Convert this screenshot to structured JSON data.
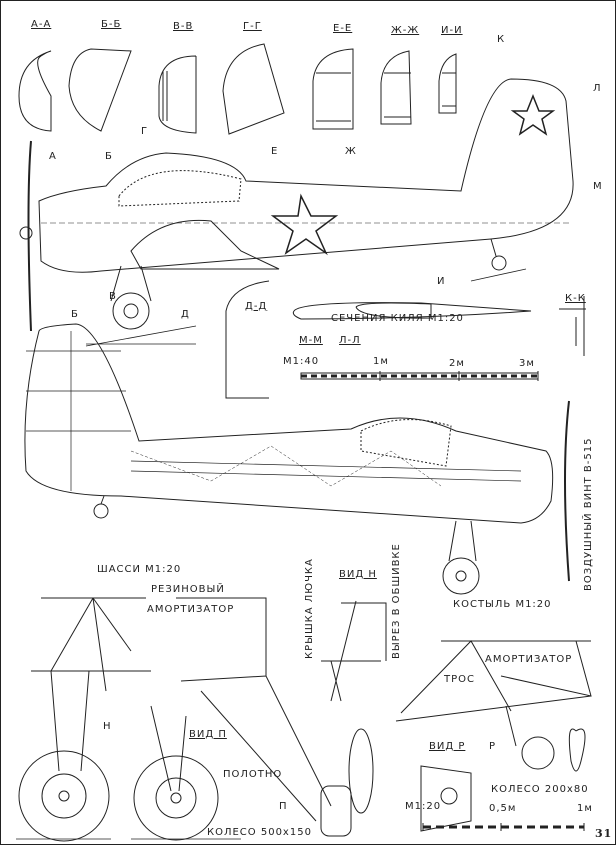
{
  "sections": [
    "А-А",
    "Б-Б",
    "В-В",
    "Г-Г",
    "Е-Е",
    "Ж-Ж",
    "И-И",
    "Д-Д",
    "К-К",
    "М-М",
    "Л-Л"
  ],
  "section_marks": {
    "a": "А",
    "b": "Б",
    "b2": "Б",
    "v": "В",
    "g": "Г",
    "d": "Д",
    "e": "Е",
    "zh": "Ж",
    "i": "И",
    "k": "К",
    "l": "Л",
    "m": "М",
    "n": "Н",
    "p": "П",
    "r": "Р"
  },
  "fin_sections_title": "СЕЧЕНИЯ КИЛЯ М1:20",
  "scale_main": {
    "label": "М1:40",
    "ticks": [
      "1м",
      "2м",
      "3м"
    ]
  },
  "propeller_label": "ВОЗДУШНЫЙ ВИНТ В-515",
  "landing_gear_title": "ШАССИ М1:20",
  "rubber_shock": [
    "РЕЗИНОВЫЙ",
    "АМОРТИЗАТОР"
  ],
  "view_n": "ВИД Н",
  "hatch_cover": "КРЫШКА ЛЮЧКА",
  "skin_cutout": "ВЫРЕЗ В ОБШИВКЕ",
  "tail_skid_title": "КОСТЫЛЬ М1:20",
  "shock_absorber": "АМОРТИЗАТОР",
  "cable": "ТРОС",
  "view_p": "ВИД П",
  "view_r": "ВИД Р",
  "fabric": "ПОЛОТНО",
  "wheel_small": "КОЛЕСО 200х80",
  "wheel_main": "КОЛЕСО 500х150",
  "scale_gear": {
    "label": "М1:20",
    "ticks": [
      "0,5м",
      "1м"
    ]
  },
  "page_number": "31",
  "colors": {
    "ink": "#222222",
    "paper": "#ffffff"
  }
}
